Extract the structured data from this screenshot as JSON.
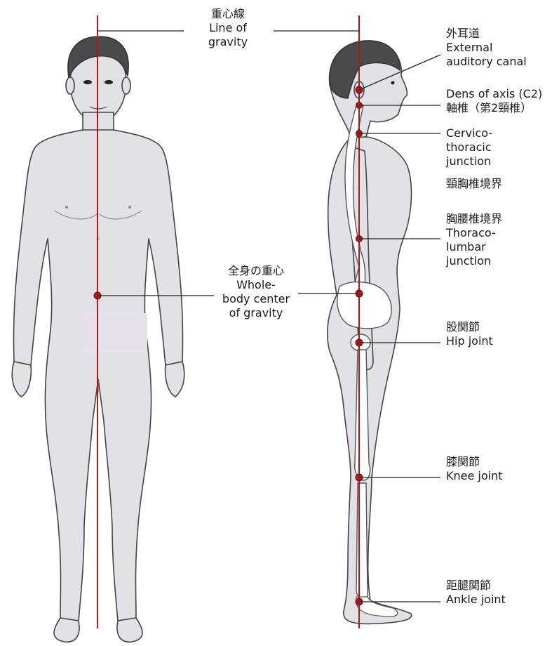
{
  "colors": {
    "gravity_line": "#b01818",
    "body_fill": "#e2e2e6",
    "outline": "#444444",
    "hair": "#4a4a4a",
    "bone_fill": "#ffffff"
  },
  "labels": {
    "line_of_gravity": {
      "ja": "重心線",
      "en1": "Line of",
      "en2": "gravity"
    },
    "whole_body_cog": {
      "ja": "全身の重心",
      "en1": "Whole-",
      "en2": "body center",
      "en3": "of gravity"
    },
    "external_auditory_canal": {
      "ja": "外耳道",
      "en1": "External",
      "en2": "auditory canal"
    },
    "dens_of_axis": {
      "en": "Dens of axis (C2)",
      "ja": "軸椎（第2頸椎）"
    },
    "cervicothoracic": {
      "en1": "Cervico-",
      "en2": "thoracic",
      "en3": "junction",
      "ja": "頸胸椎境界"
    },
    "thoracolumbar": {
      "ja": "胸腰椎境界",
      "en1": "Thoraco-",
      "en2": "lumbar",
      "en3": "junction"
    },
    "hip_joint": {
      "ja": "股関節",
      "en": "Hip joint"
    },
    "knee_joint": {
      "ja": "膝関節",
      "en": "Knee joint"
    },
    "ankle_joint": {
      "ja": "距腿関節",
      "en": "Ankle joint"
    }
  }
}
